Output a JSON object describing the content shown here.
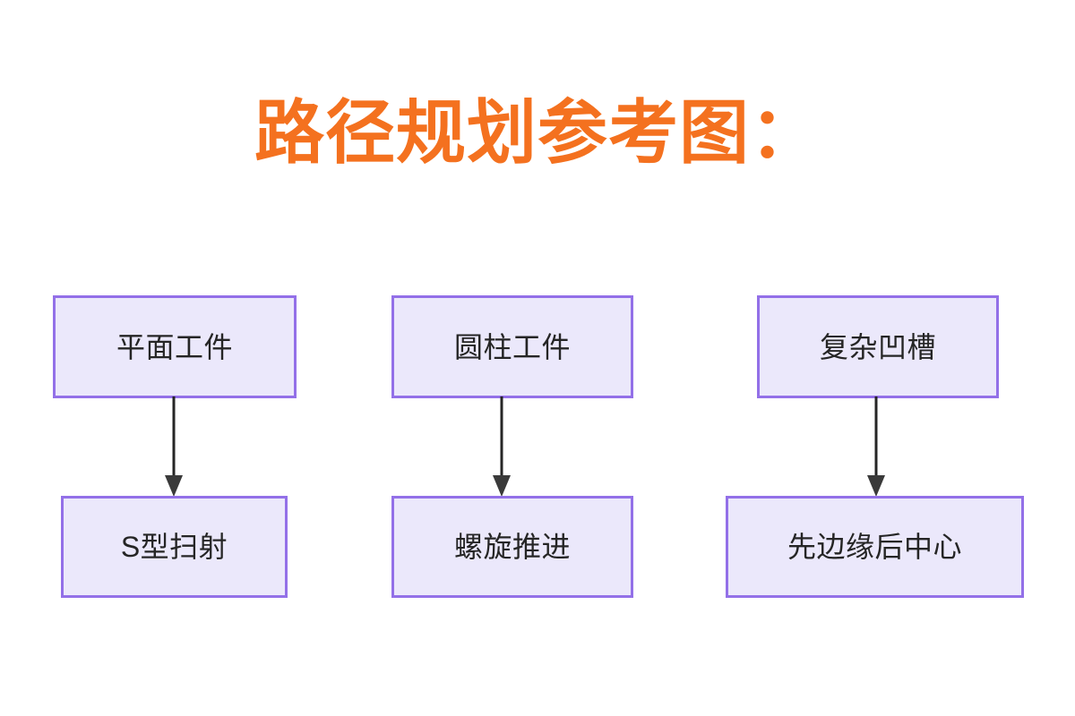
{
  "page": {
    "background_color": "#FFFFFF",
    "title": "路径规划参考图：",
    "title_color": "#F4711F"
  },
  "theme": {
    "node_fill": "#EBE8FB",
    "node_border": "#9370E8",
    "node_text": "#252525",
    "arrow_color": "#262626"
  },
  "diagram": {
    "type": "flowchart",
    "orientation": "top-to-bottom",
    "columns": 3,
    "nodes": [
      {
        "id": "flat-part",
        "label": "平面工件",
        "row": "top",
        "column": 1
      },
      {
        "id": "cylinder-part",
        "label": "圆柱工件",
        "row": "top",
        "column": 2
      },
      {
        "id": "complex-groove",
        "label": "复杂凹槽",
        "row": "top",
        "column": 3
      },
      {
        "id": "s-scan",
        "label": "S型扫射",
        "row": "bottom",
        "column": 1
      },
      {
        "id": "spiral-feed",
        "label": "螺旋推进",
        "row": "bottom",
        "column": 2
      },
      {
        "id": "edge-first",
        "label": "先边缘后中心",
        "row": "bottom",
        "column": 3
      }
    ],
    "edges": [
      {
        "id": "flat-to-s",
        "from": "flat-part",
        "to": "s-scan",
        "style": "solid-arrow"
      },
      {
        "id": "cylinder-to-spiral",
        "from": "cylinder-part",
        "to": "spiral-feed",
        "style": "solid-arrow"
      },
      {
        "id": "groove-to-edge",
        "from": "complex-groove",
        "to": "edge-first",
        "style": "solid-arrow"
      }
    ]
  }
}
